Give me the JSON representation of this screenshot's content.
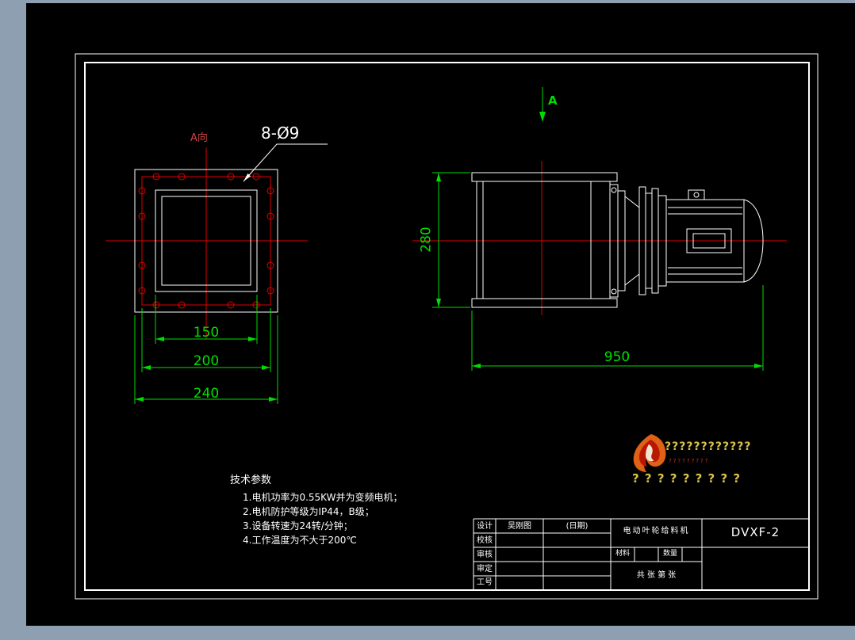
{
  "window": {
    "background_color": "#8f9fb2",
    "canvas_color": "#000000"
  },
  "drawing": {
    "colors": {
      "line": "#ffffff",
      "centerline": "#e00000",
      "dimension": "#00e000"
    },
    "front_view": {
      "direction_label": "A向",
      "holes_label": "8-Ø9",
      "dim_inner": "150",
      "dim_bolt": "200",
      "dim_outer": "240"
    },
    "side_view": {
      "section_label": "A",
      "dim_height": "280",
      "dim_length": "950"
    }
  },
  "tech_notes": {
    "title": "技术参数",
    "items": [
      "1.电机功率为0.55KW并为变频电机；",
      "2.电机防护等级为IP44，B级；",
      "3.设备转速为24转/分钟；",
      "4.工作温度为不大于200℃"
    ]
  },
  "watermark": {
    "row1": "????????????",
    "row2": "?????????",
    "row3": "? ? ? ? ? ? ? ? ?"
  },
  "title_block": {
    "rows": [
      "设计",
      "校核",
      "审核",
      "审定",
      "工号"
    ],
    "designer": "吴刚图",
    "date_placeholder": "(日期)",
    "product_name": "电动叶轮给料机",
    "material_label": "材料",
    "qty_label": "数量",
    "sheet_label": "共 张 第 张",
    "drawing_no": "DVXF-2"
  }
}
